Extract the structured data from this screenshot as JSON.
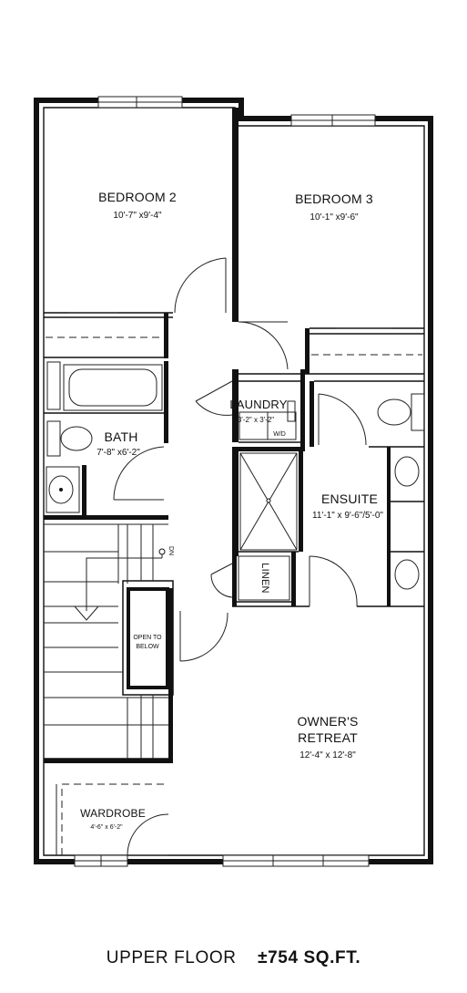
{
  "rooms": {
    "bedroom2": {
      "name": "BEDROOM 2",
      "dims": "10'-7\" x9'-4\""
    },
    "bedroom3": {
      "name": "BEDROOM 3",
      "dims": "10'-1\" x9'-6\""
    },
    "laundry": {
      "name": "LAUNDRY",
      "dims": "3'-2\" x 3'-2\"",
      "wd": "W/D"
    },
    "bath": {
      "name": "BATH",
      "dims": "7'-8\" x6'-2\""
    },
    "ensuite": {
      "name": "ENSUITE",
      "dims": "11'-1\" x 9'-6\"/5'-0\""
    },
    "linen": {
      "name": "LINEN"
    },
    "stair": {
      "dn": "DN"
    },
    "open_to_below": {
      "line1": "OPEN TO",
      "line2": "BELOW"
    },
    "owners_retreat": {
      "line1": "OWNER'S",
      "line2": "RETREAT",
      "dims": "12'-4\" x 12'-8\""
    },
    "wardrobe": {
      "name": "WARDROBE",
      "dims": "4'-6\" x 6'-2\""
    }
  },
  "footer": {
    "floor_label": "UPPER FLOOR",
    "area": "±754 SQ.FT."
  }
}
